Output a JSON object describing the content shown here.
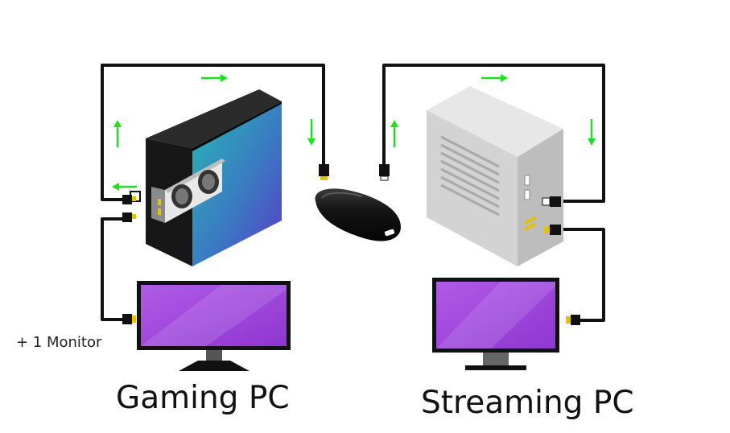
{
  "labels": {
    "gaming_pc": "Gaming PC",
    "streaming_pc": "Streaming PC",
    "extra_monitor": "+ 1 Monitor"
  },
  "colors": {
    "cable": "#111111",
    "arrow": "#22dd22",
    "connector_tip": "#e5c100",
    "monitor_screen": "#a64ddf",
    "gaming_case_dark": "#161616",
    "gaming_panel_gradient_start": "#25b3b5",
    "gaming_panel_gradient_end": "#5b3bc4",
    "streaming_case": "#cfcfcf",
    "capture_card": "#111111"
  },
  "icons": [
    "arrow-right-icon",
    "arrow-down-icon",
    "arrow-up-icon",
    "arrow-left-icon"
  ]
}
